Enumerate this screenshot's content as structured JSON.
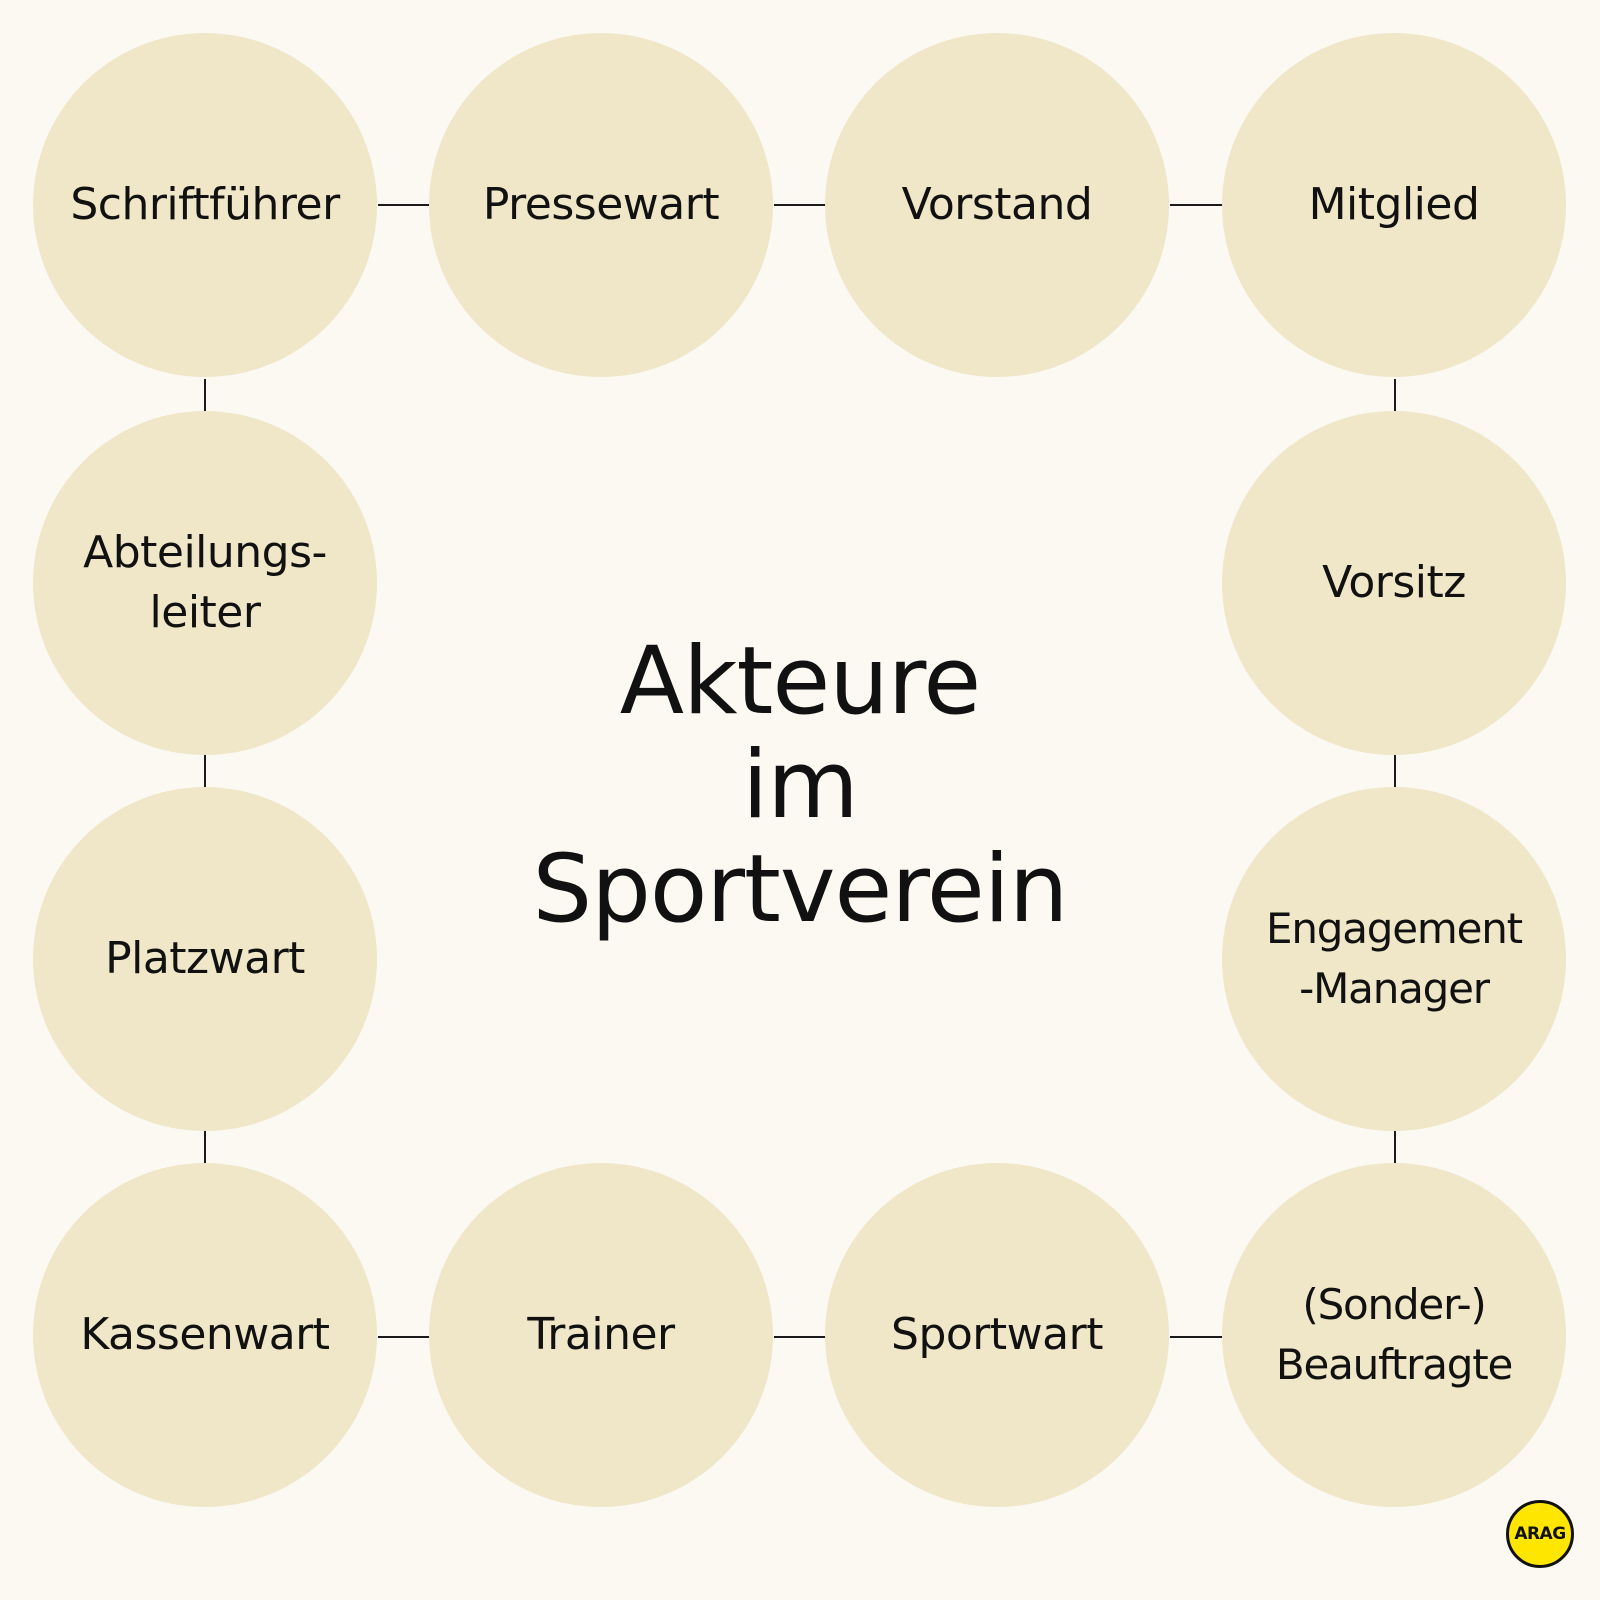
{
  "title": "Akteure\nim\nSportverein",
  "colors": {
    "background": "#fbf9f2",
    "node_fill": "#f0e6c8",
    "text": "#111111",
    "logo_fill": "#ffe600"
  },
  "nodes": [
    {
      "id": "schriftfuehrer",
      "label": "Schriftführer"
    },
    {
      "id": "pressewart",
      "label": "Pressewart"
    },
    {
      "id": "vorstand",
      "label": "Vorstand"
    },
    {
      "id": "mitglied",
      "label": "Mitglied"
    },
    {
      "id": "abteilungsleiter",
      "label": "Abteilungs-\nleiter"
    },
    {
      "id": "vorsitz",
      "label": "Vorsitz"
    },
    {
      "id": "platzwart",
      "label": "Platzwart"
    },
    {
      "id": "engagement-manager",
      "label": "Engagement\n-Manager"
    },
    {
      "id": "kassenwart",
      "label": "Kassenwart"
    },
    {
      "id": "trainer",
      "label": "Trainer"
    },
    {
      "id": "sportwart",
      "label": "Sportwart"
    },
    {
      "id": "sonder-beauftragte",
      "label": "(Sonder-)\nBeauftragte"
    }
  ],
  "logo": {
    "icon": "arag-logo",
    "text": "ARAG"
  }
}
